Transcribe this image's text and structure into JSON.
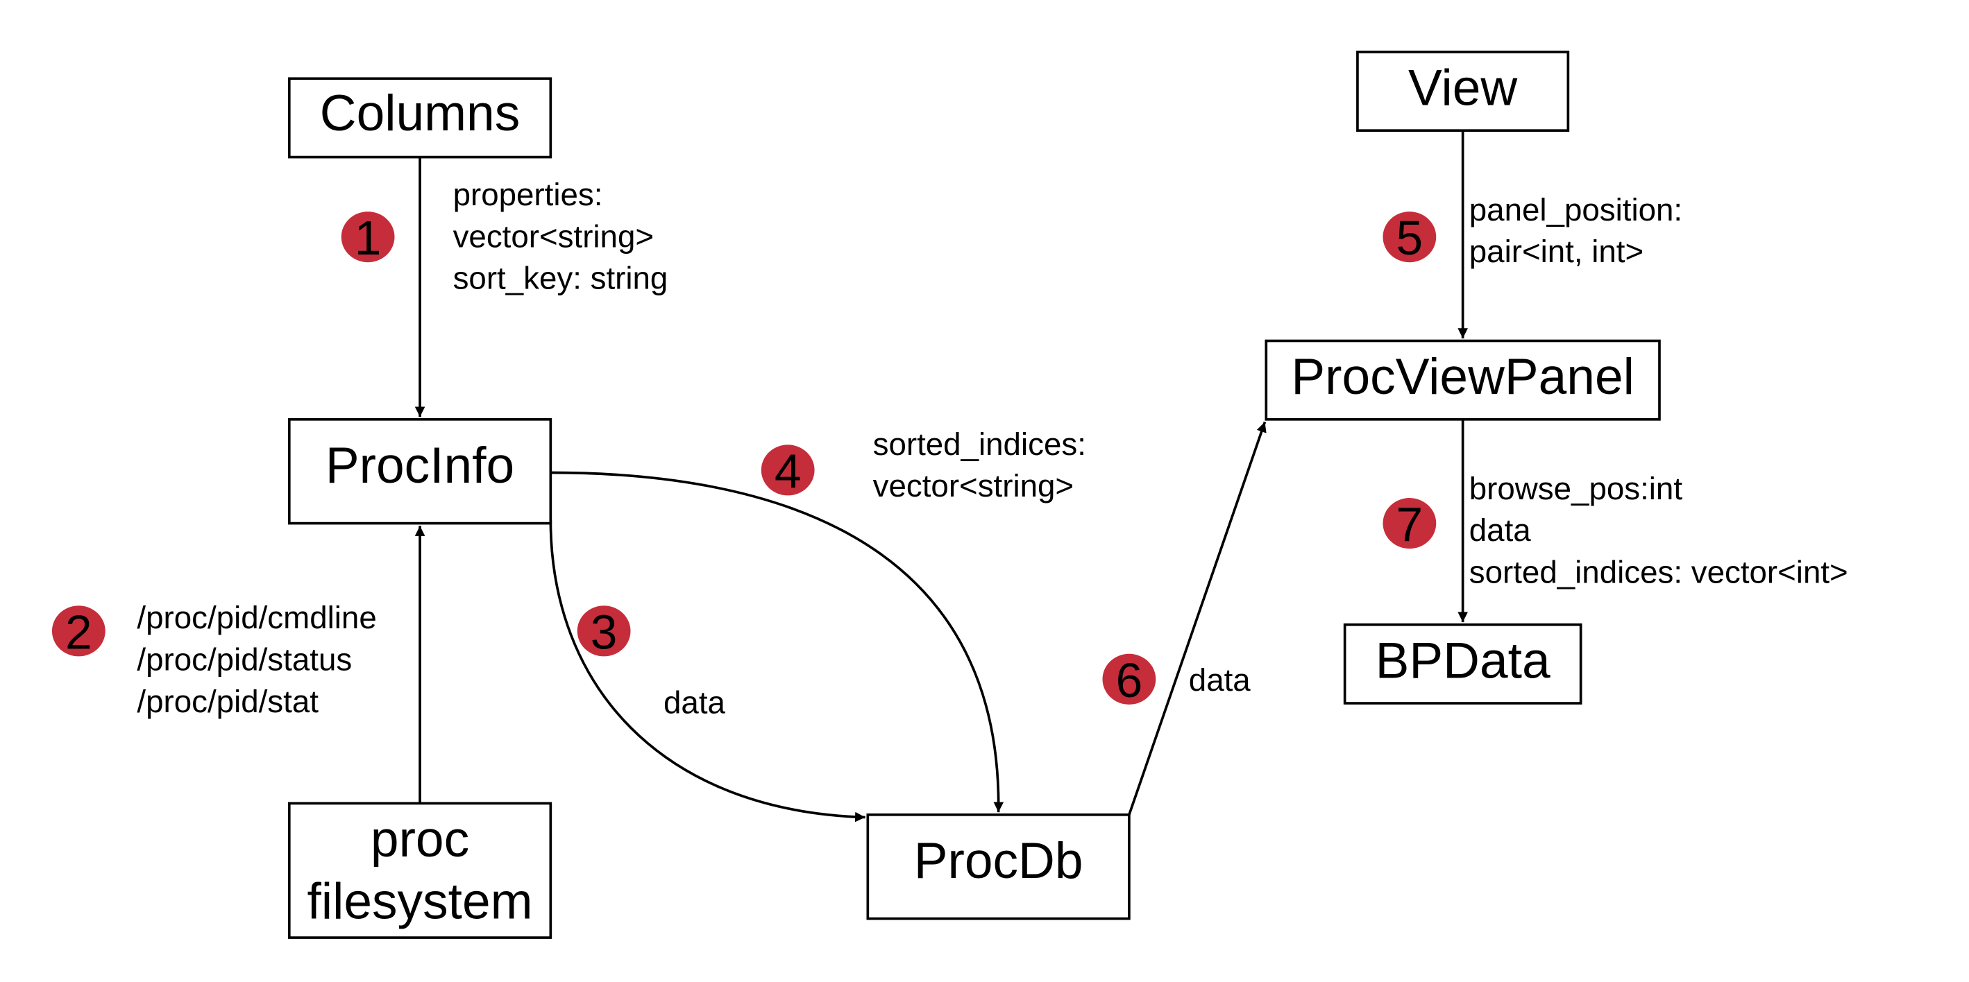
{
  "diagram": {
    "accent_color": "#c62d3a",
    "nodes": {
      "columns": {
        "label": "Columns"
      },
      "procinfo": {
        "label": "ProcInfo"
      },
      "procfs": {
        "label_line1": "proc",
        "label_line2": "filesystem"
      },
      "procdb": {
        "label": "ProcDb"
      },
      "view": {
        "label": "View"
      },
      "procviewpanel": {
        "label": "ProcViewPanel"
      },
      "bpdata": {
        "label": "BPData"
      }
    },
    "edges": [
      {
        "step": "1",
        "from": "Columns",
        "to": "ProcInfo",
        "lines": [
          "properties:",
          "vector<string>",
          "sort_key: string"
        ]
      },
      {
        "step": "2",
        "from": "proc filesystem",
        "to": "ProcInfo",
        "lines": [
          "/proc/pid/cmdline",
          "/proc/pid/status",
          "/proc/pid/stat"
        ]
      },
      {
        "step": "3",
        "from": "ProcInfo",
        "to": "ProcDb",
        "lines": [
          "data"
        ]
      },
      {
        "step": "4",
        "from": "ProcInfo",
        "to": "ProcDb",
        "lines": [
          "sorted_indices:",
          "vector<string>"
        ]
      },
      {
        "step": "5",
        "from": "View",
        "to": "ProcViewPanel",
        "lines": [
          "panel_position:",
          "pair<int, int>"
        ]
      },
      {
        "step": "6",
        "from": "ProcDb",
        "to": "ProcViewPanel",
        "lines": [
          "data"
        ]
      },
      {
        "step": "7",
        "from": "ProcViewPanel",
        "to": "BPData",
        "lines": [
          "browse_pos:int",
          "data",
          "sorted_indices: vector<int>"
        ]
      }
    ]
  }
}
